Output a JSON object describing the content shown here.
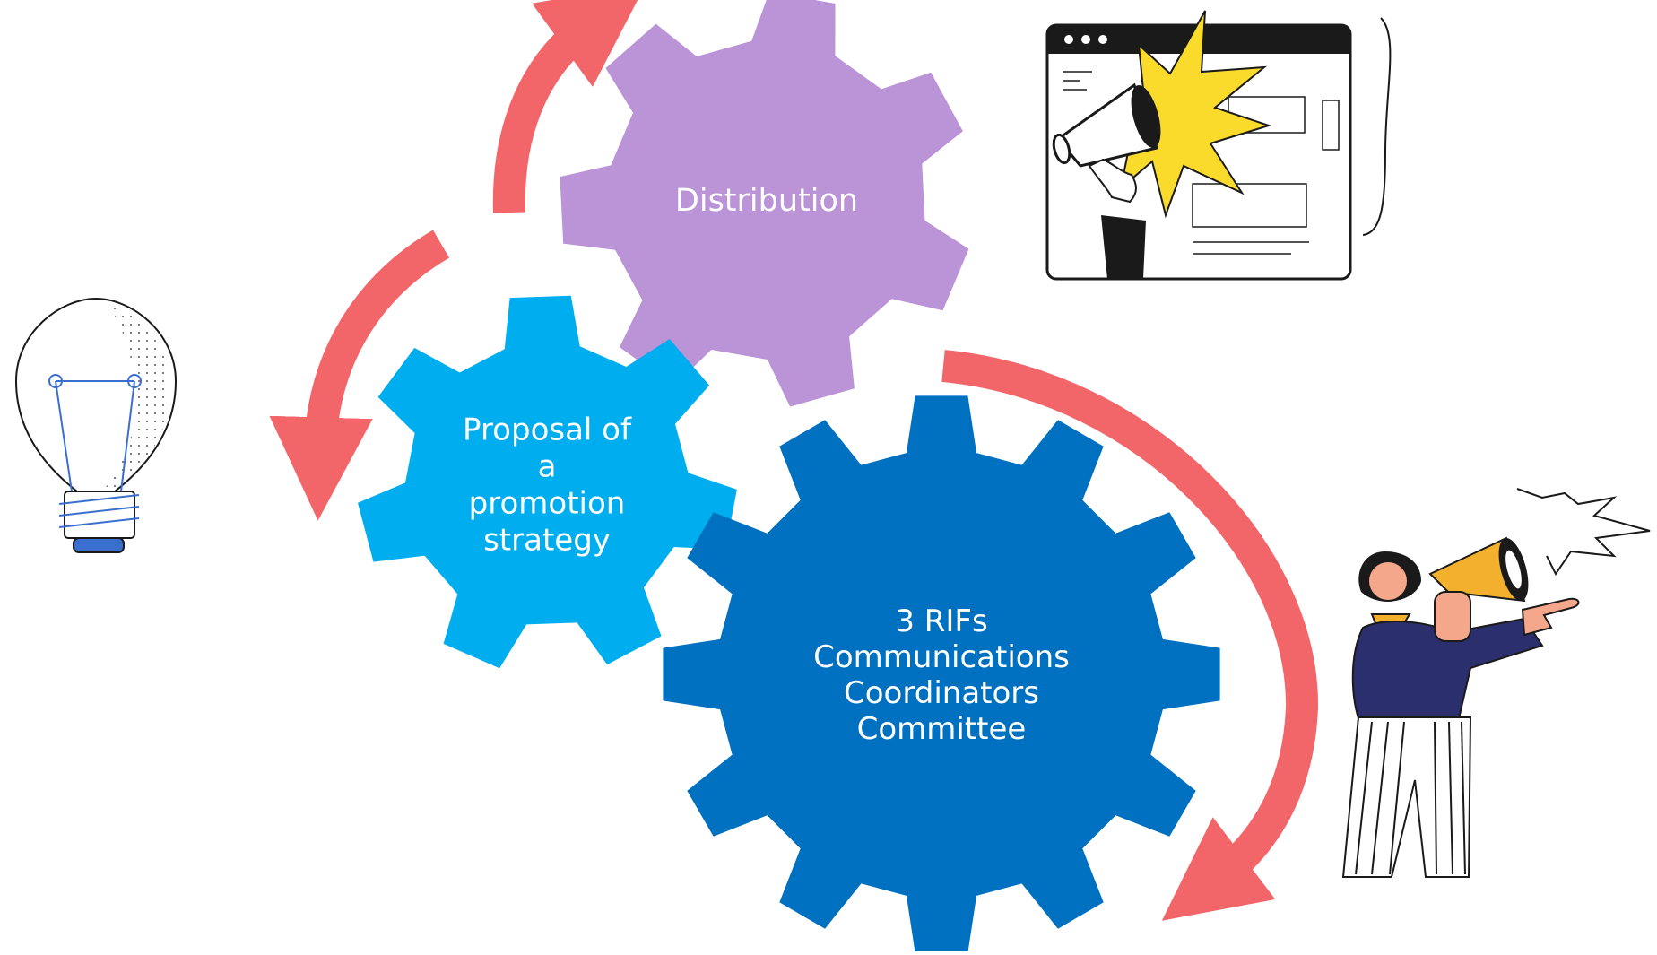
{
  "gears": [
    {
      "id": "distribution",
      "lines": [
        "Distribution"
      ],
      "color": "#BA94D6"
    },
    {
      "id": "proposal",
      "lines": [
        "Proposal of",
        "a",
        "promotion",
        "strategy"
      ],
      "color": "#00AEEF"
    },
    {
      "id": "committee",
      "lines": [
        "3 RIFs",
        "Communications",
        "Coordinators",
        "Committee"
      ],
      "color": "#0070C0"
    }
  ],
  "colors": {
    "arrow": "#F2666A",
    "gear_text": "#FFFFFF",
    "outline": "#1A1A1A",
    "bulb_base": "#3A6FD0",
    "megaphone_burst": "#FADB2C",
    "person_shirt": "#2B2F6E",
    "megaphone_orange": "#F2B02C",
    "skin": "#F4A78A"
  },
  "illustrations": [
    "light-bulb-icon",
    "browser-megaphone-illustration",
    "person-megaphone-illustration"
  ]
}
